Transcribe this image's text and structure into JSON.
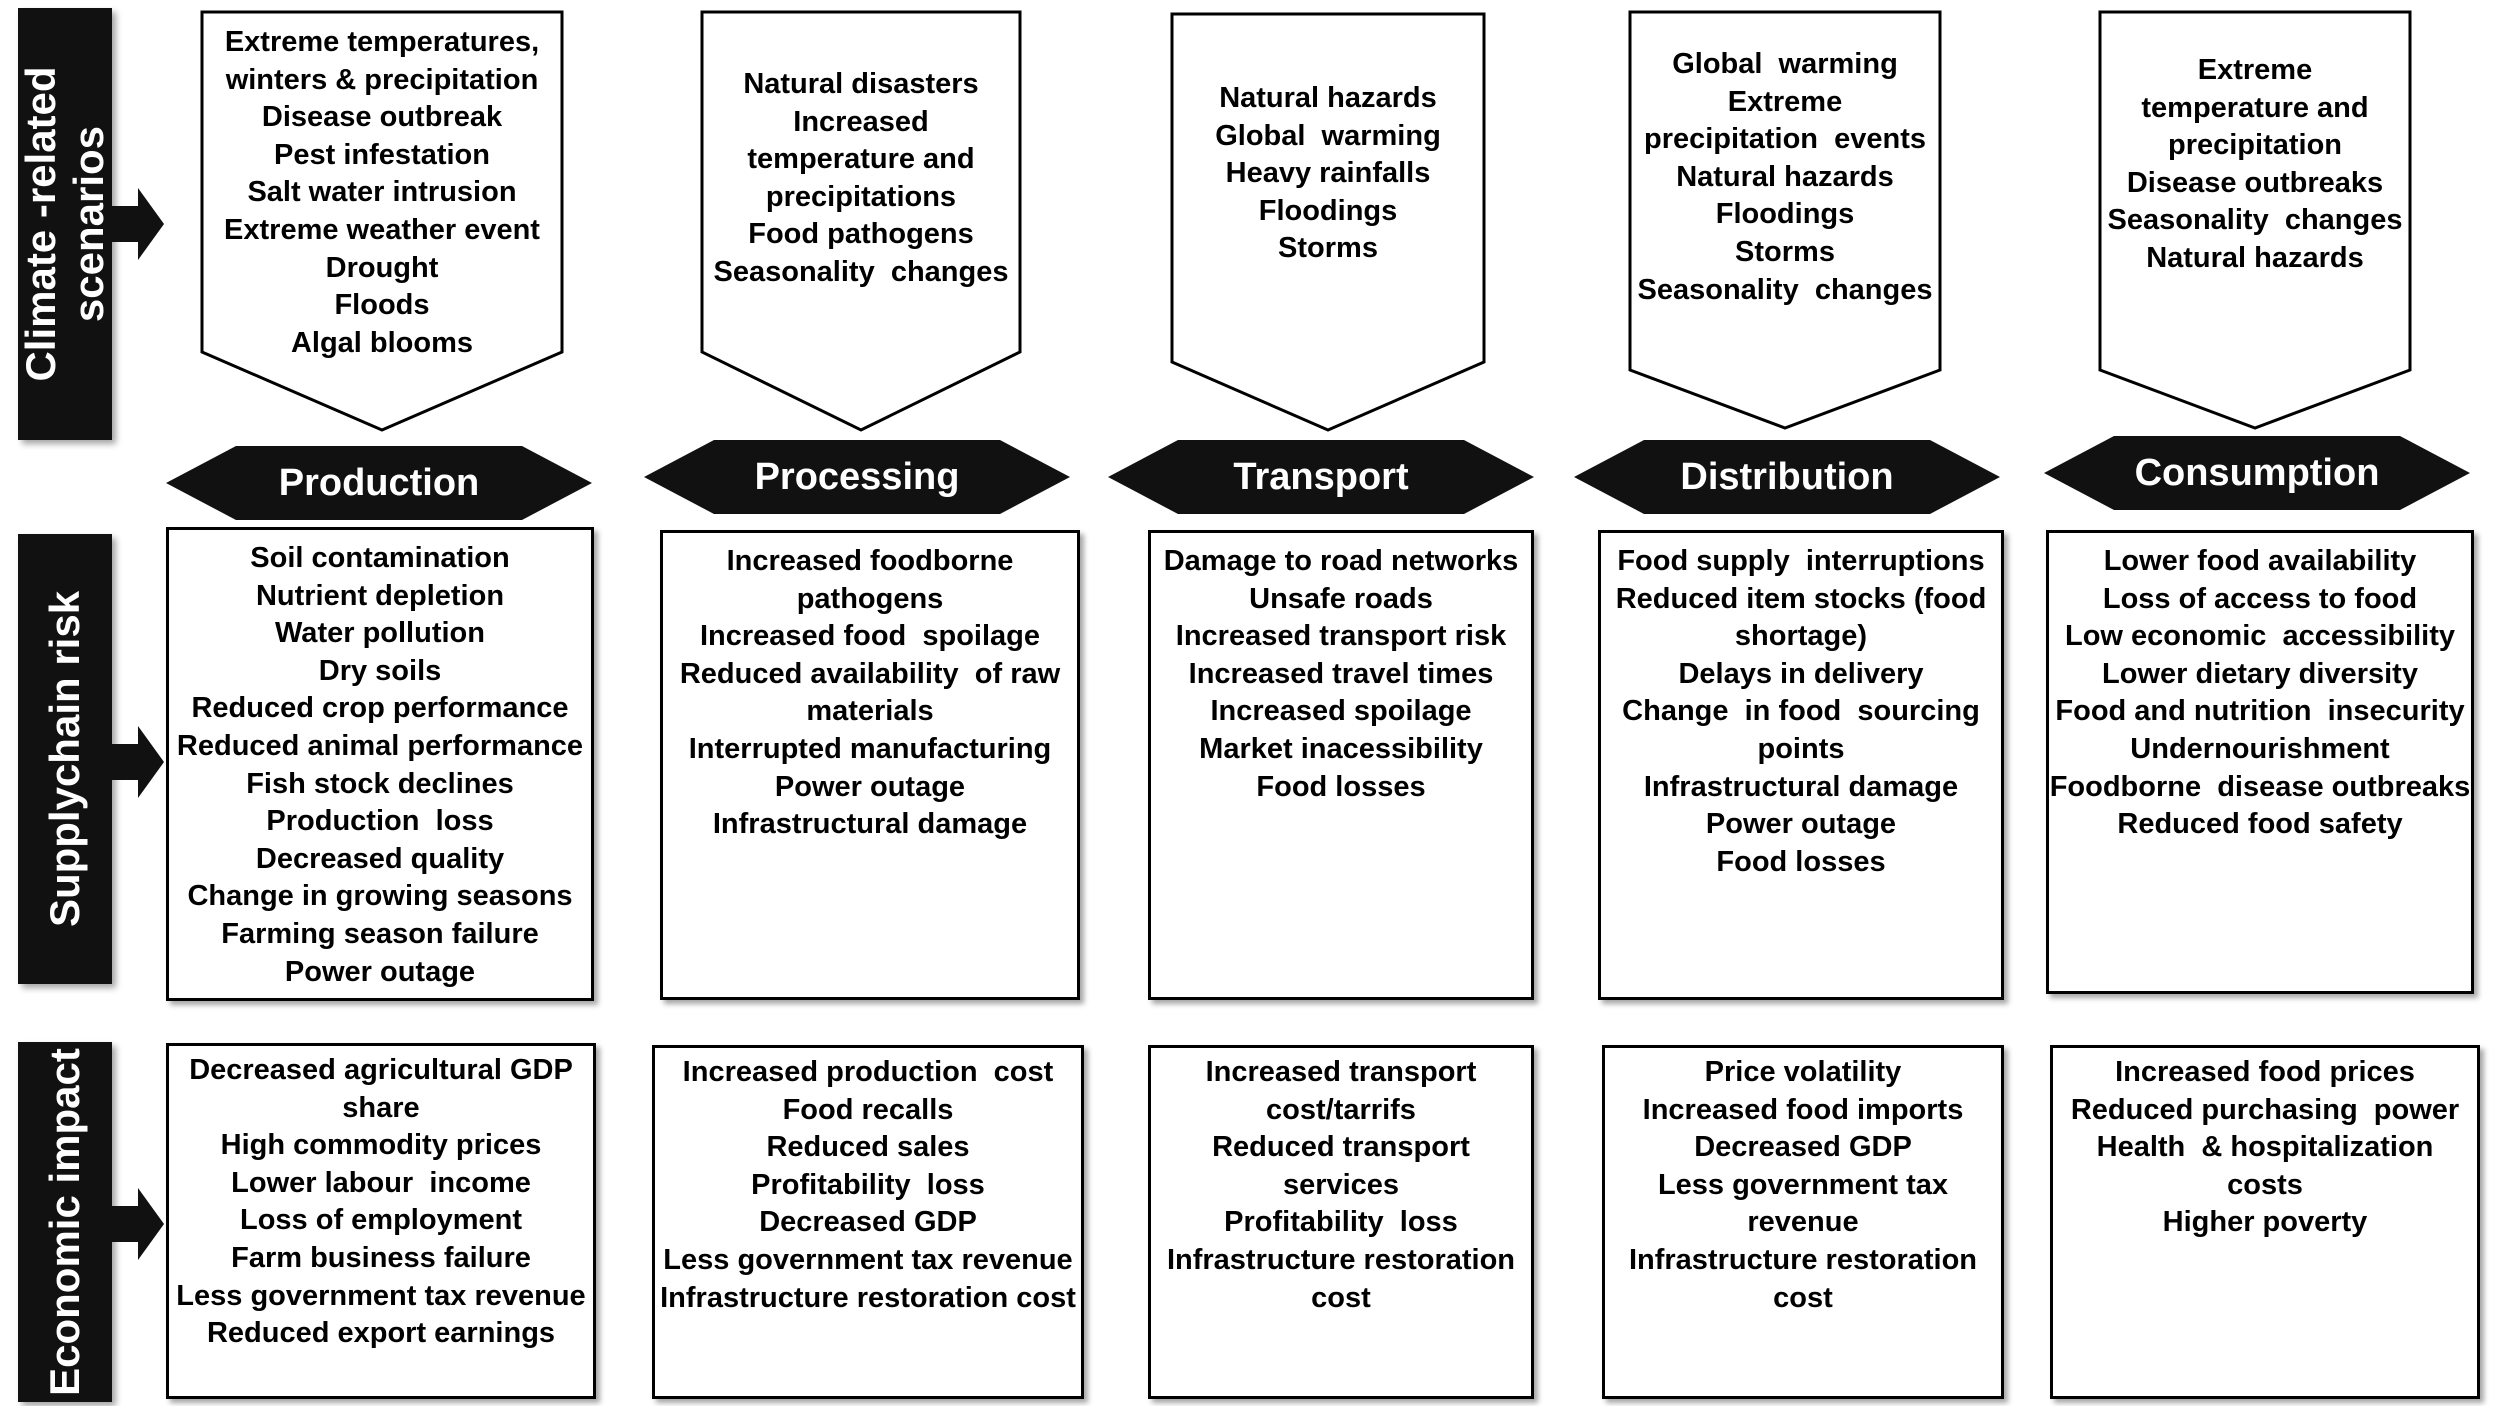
{
  "rows": {
    "scenarios": "Climate-related scenarios",
    "scenarios_line1": "Climate -related",
    "scenarios_line2": "scenarios",
    "risk": "Supplychain risk",
    "impact": "Economic impact"
  },
  "colors": {
    "dark": "#111111",
    "border": "#000000",
    "text": "#000000",
    "background": "#ffffff"
  },
  "columns": [
    {
      "stage": "Production",
      "scenarios": [
        "Extreme temperatures,",
        "winters & precipitation",
        "Disease outbreak",
        "Pest infestation",
        "Salt water intrusion",
        "Extreme weather event",
        "Drought",
        "Floods",
        "Algal blooms"
      ],
      "risks": [
        "Soil contamination",
        "Nutrient depletion",
        "Water pollution",
        "Dry soils",
        "Reduced crop performance",
        "Reduced animal performance",
        "Fish stock declines",
        "Production  loss",
        "Decreased quality",
        "Change in growing seasons",
        "Farming season failure",
        "Power outage"
      ],
      "impacts": [
        "Decreased agricultural GDP",
        "share",
        "High commodity prices",
        "Lower labour  income",
        "Loss of employment",
        "Farm business failure",
        "Less government tax revenue",
        "Reduced export earnings"
      ]
    },
    {
      "stage": "Processing",
      "scenarios": [
        "Natural disasters",
        "Increased",
        "temperature and",
        "precipitations",
        "Food pathogens",
        "Seasonality  changes"
      ],
      "risks": [
        "Increased foodborne",
        "pathogens",
        "Increased food  spoilage",
        "Reduced availability  of raw",
        "materials",
        "Interrupted manufacturing",
        "Power outage",
        "Infrastructural damage"
      ],
      "impacts": [
        "Increased production  cost",
        "Food recalls",
        "Reduced sales",
        "Profitability  loss",
        "Decreased GDP",
        "Less government tax revenue",
        "Infrastructure restoration cost"
      ]
    },
    {
      "stage": "Transport",
      "scenarios": [
        "Natural hazards",
        "Global  warming",
        "Heavy rainfalls",
        "Floodings",
        "Storms"
      ],
      "risks": [
        "Damage to road networks",
        "Unsafe roads",
        "Increased transport risk",
        "Increased travel times",
        "Increased spoilage",
        "Market inacessibility",
        "Food losses"
      ],
      "impacts": [
        "Increased transport",
        "cost/tarrifs",
        "Reduced transport",
        "services",
        "Profitability  loss",
        "Infrastructure restoration",
        "cost"
      ]
    },
    {
      "stage": "Distribution",
      "scenarios": [
        "Global  warming",
        "Extreme",
        "precipitation  events",
        "Natural hazards",
        "Floodings",
        "Storms",
        "Seasonality  changes"
      ],
      "risks": [
        "Food supply  interruptions",
        "Reduced item stocks (food",
        "shortage)",
        "Delays in delivery",
        "Change  in food  sourcing",
        "points",
        "Infrastructural damage",
        "Power outage",
        "Food losses"
      ],
      "impacts": [
        "Price volatility",
        "Increased food imports",
        "Decreased GDP",
        "Less government tax",
        "revenue",
        "Infrastructure restoration",
        "cost"
      ]
    },
    {
      "stage": "Consumption",
      "scenarios": [
        "Extreme",
        "temperature and",
        "precipitation",
        "Disease outbreaks",
        "Seasonality  changes",
        "Natural hazards"
      ],
      "risks": [
        "Lower food availability",
        "Loss of access to food",
        "Low economic  accessibility",
        "Lower dietary diversity",
        "Food and nutrition  insecurity",
        "Undernourishment",
        "Foodborne  disease outbreaks",
        "Reduced food safety"
      ],
      "impacts": [
        "Increased food prices",
        "Reduced purchasing  power",
        "Health  & hospitalization",
        "costs",
        "Higher poverty"
      ]
    }
  ]
}
